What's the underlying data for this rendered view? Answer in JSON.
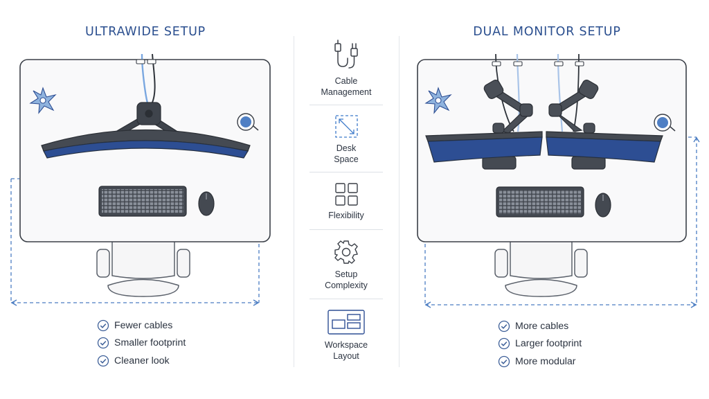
{
  "left_panel": {
    "title": "ULTRAWIDE SETUP",
    "benefits": [
      "Fewer cables",
      "Smaller footprint",
      "Cleaner look"
    ]
  },
  "right_panel": {
    "title": "DUAL MONITOR SETUP",
    "benefits": [
      "More cables",
      "Larger footprint",
      "More modular"
    ]
  },
  "categories": [
    {
      "label_line1": "Cable",
      "label_line2": "Management",
      "icon": "cable-plug-icon"
    },
    {
      "label_line1": "Desk",
      "label_line2": "Space",
      "icon": "desk-space-icon"
    },
    {
      "label_line1": "Flexibility",
      "label_line2": "",
      "icon": "grid-icon"
    },
    {
      "label_line1": "Setup",
      "label_line2": "Complexity",
      "icon": "gear-icon"
    },
    {
      "label_line1": "Workspace",
      "label_line2": "Layout",
      "icon": "layout-icon"
    }
  ],
  "colors": {
    "title": "#2b4f8f",
    "screen": "#2d4e93",
    "dark": "#3a3f47",
    "accent": "#3d7ac9",
    "check": "#3d5f98"
  }
}
